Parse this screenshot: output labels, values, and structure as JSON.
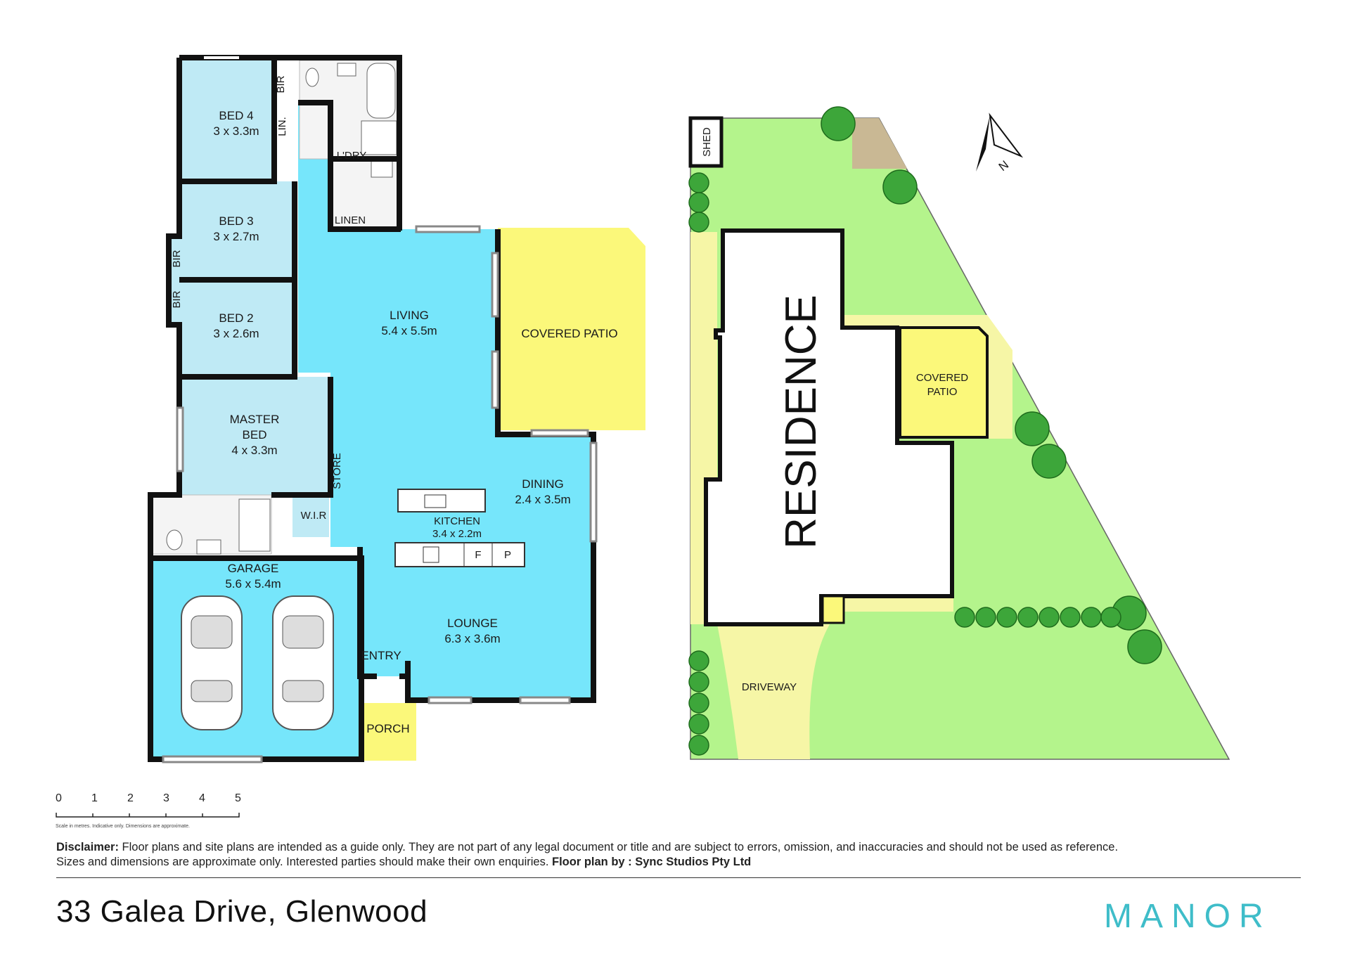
{
  "floor_plan": {
    "rooms": {
      "bed4": {
        "name": "BED 4",
        "size": "3 x 3.3m"
      },
      "bed3": {
        "name": "BED 3",
        "size": "3 x 2.7m"
      },
      "bed2": {
        "name": "BED 2",
        "size": "3 x 2.6m"
      },
      "master": {
        "name_line1": "MASTER",
        "name_line2": "BED",
        "size": "4 x 3.3m"
      },
      "living": {
        "name": "LIVING",
        "size": "5.4 x 5.5m"
      },
      "covered_patio": {
        "name": "COVERED PATIO"
      },
      "dining": {
        "name": "DINING",
        "size": "2.4 x 3.5m"
      },
      "kitchen": {
        "name": "KITCHEN",
        "size": "3.4 x 2.2m"
      },
      "lounge": {
        "name": "LOUNGE",
        "size": "6.3 x 3.6m"
      },
      "garage": {
        "name": "GARAGE",
        "size": "5.6 x 5.4m"
      },
      "entry": {
        "name": "ENTRY"
      },
      "porch": {
        "name": "PORCH"
      },
      "wir": {
        "name": "W.I.R"
      },
      "store": {
        "name": "STORE"
      },
      "laundry": {
        "name": "L'DRY"
      },
      "linen": {
        "name": "LINEN"
      },
      "lin": {
        "name": "LIN."
      },
      "bir": {
        "name": "BIR"
      },
      "fridge": {
        "name": "F"
      },
      "pantry": {
        "name": "P"
      }
    },
    "colors": {
      "bedroom": "#bfeaf5",
      "living": "#76e6fb",
      "patio": "#fbf87a",
      "wall": "#111111"
    }
  },
  "site_plan": {
    "residence": "RESIDENCE",
    "covered_patio_line1": "COVERED",
    "covered_patio_line2": "PATIO",
    "driveway": "DRIVEWAY",
    "shed": "SHED",
    "north": "N",
    "colors": {
      "lawn": "#b4f48c",
      "paving": "#f6f6a6",
      "dirt": "#c9b894"
    }
  },
  "scale": {
    "ticks": [
      "0",
      "1",
      "2",
      "3",
      "4",
      "5"
    ],
    "note": "Scale in metres. Indicative only. Dimensions are approximate."
  },
  "disclaimer": {
    "label": "Disclaimer:",
    "text1": " Floor plans and site plans are intended as a guide only. They are not part of any legal document or title and are subject to errors, omission, and inaccuracies and should not be used as reference.",
    "text2": "Sizes and dimensions are approximate only. Interested parties should make their own enquiries. ",
    "credit": "Floor plan by : Sync Studios Pty Ltd"
  },
  "address": "33 Galea Drive, Glenwood",
  "brand": "MANOR"
}
